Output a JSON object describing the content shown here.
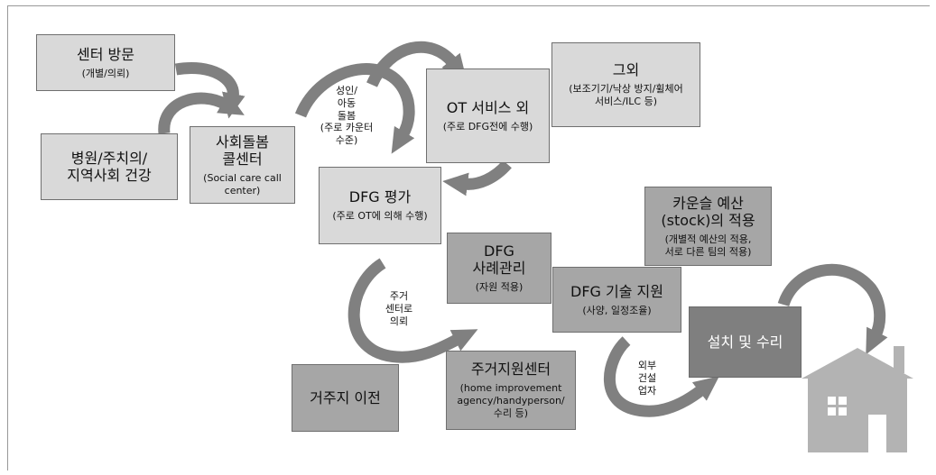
{
  "boxes": {
    "center_visit": {
      "title": "센터 방문",
      "sub": "(개별/의뢰)"
    },
    "hospital": {
      "title": "병원/주치의/\n지역사회 건강"
    },
    "callcenter": {
      "title": "사회돌봄\n콜센터",
      "sub": "(Social care call\ncenter)"
    },
    "ot": {
      "title": "OT 서비스 외",
      "sub": "(주로 DFG전에 수행)"
    },
    "other": {
      "title": "그외",
      "sub": "(보조기기/낙상 방지/휠체어\n서비스/ILC 등)"
    },
    "dfg_eval": {
      "title": "DFG 평가",
      "sub": "(주로 OT에 의해 수행)"
    },
    "stock": {
      "title": "카운슬 예산\n(stock)의 적용",
      "sub": "(개별적 예산의 적용,\n서로 다른 팀의 적용)"
    },
    "dfg_case": {
      "title": "DFG\n사례관리",
      "sub": "(자원 적용)"
    },
    "dfg_tech": {
      "title": "DFG 기술 지원",
      "sub": "(사양, 일정조율)"
    },
    "install": {
      "title": "설치 및 수리"
    },
    "relocation": {
      "title": "거주지 이전"
    },
    "hia": {
      "title": "주거지원센터",
      "sub": "(home improvement\nagency/handyperson/\n수리 등)"
    }
  },
  "labels": {
    "adult_child": "성인/\n아동\n돌봄\n(주로 카운터\n수준)",
    "housing_referral": "주거\n센터로\n의뢰",
    "contractor": "외부\n건설\n업자"
  },
  "icons": [
    "curved-arrow-icon",
    "house-icon"
  ],
  "colors": {
    "light": "#d9d9d9",
    "mid": "#a6a6a6",
    "dark": "#7f7f7f",
    "arrow": "#808080",
    "house": "#b3b3b3"
  }
}
